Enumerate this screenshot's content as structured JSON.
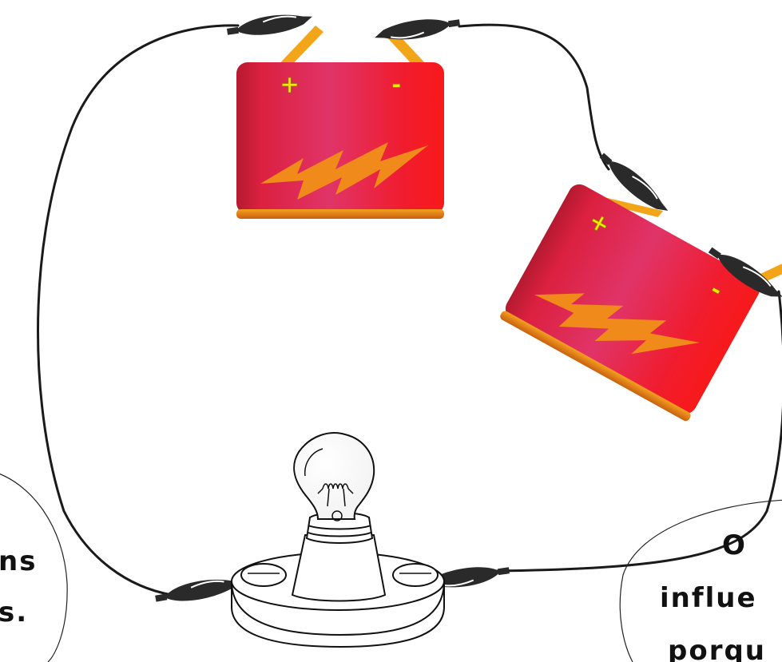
{
  "battery_top": {
    "positive_label": "+",
    "negative_label": "-"
  },
  "battery_right": {
    "positive_label": "+",
    "negative_label": "-"
  },
  "speech_left": {
    "line1": "ns",
    "line2": "s."
  },
  "speech_right": {
    "line1": "O",
    "line2": "influe",
    "line3": "porqu"
  },
  "colors": {
    "battery_red": "#e0203a",
    "battery_highlight": "#e8356a",
    "terminal_sign": "#f3e600",
    "lightning_bolt": "#f08a1a",
    "terminal_wire": "#f2a518",
    "clip": "#2a2a2a",
    "wire": "#1a1a1a"
  },
  "icons": {
    "bulb": "light-bulb-icon",
    "clip": "alligator-clip-icon",
    "bolt": "lightning-icon"
  }
}
